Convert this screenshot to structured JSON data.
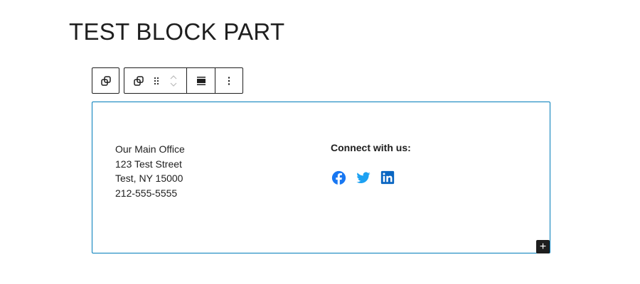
{
  "page_title": "TEST BLOCK PART",
  "address": {
    "line1": "Our Main Office",
    "line2": "123 Test Street",
    "line3": "Test, NY 15000",
    "phone": "212-555-5555"
  },
  "connect_heading": "Connect with us:",
  "social": [
    "facebook",
    "twitter",
    "linkedin"
  ],
  "colors": {
    "accent": "#007cba",
    "facebook": "#1877f2",
    "twitter": "#1da1f2",
    "linkedin": "#0a66c2"
  }
}
